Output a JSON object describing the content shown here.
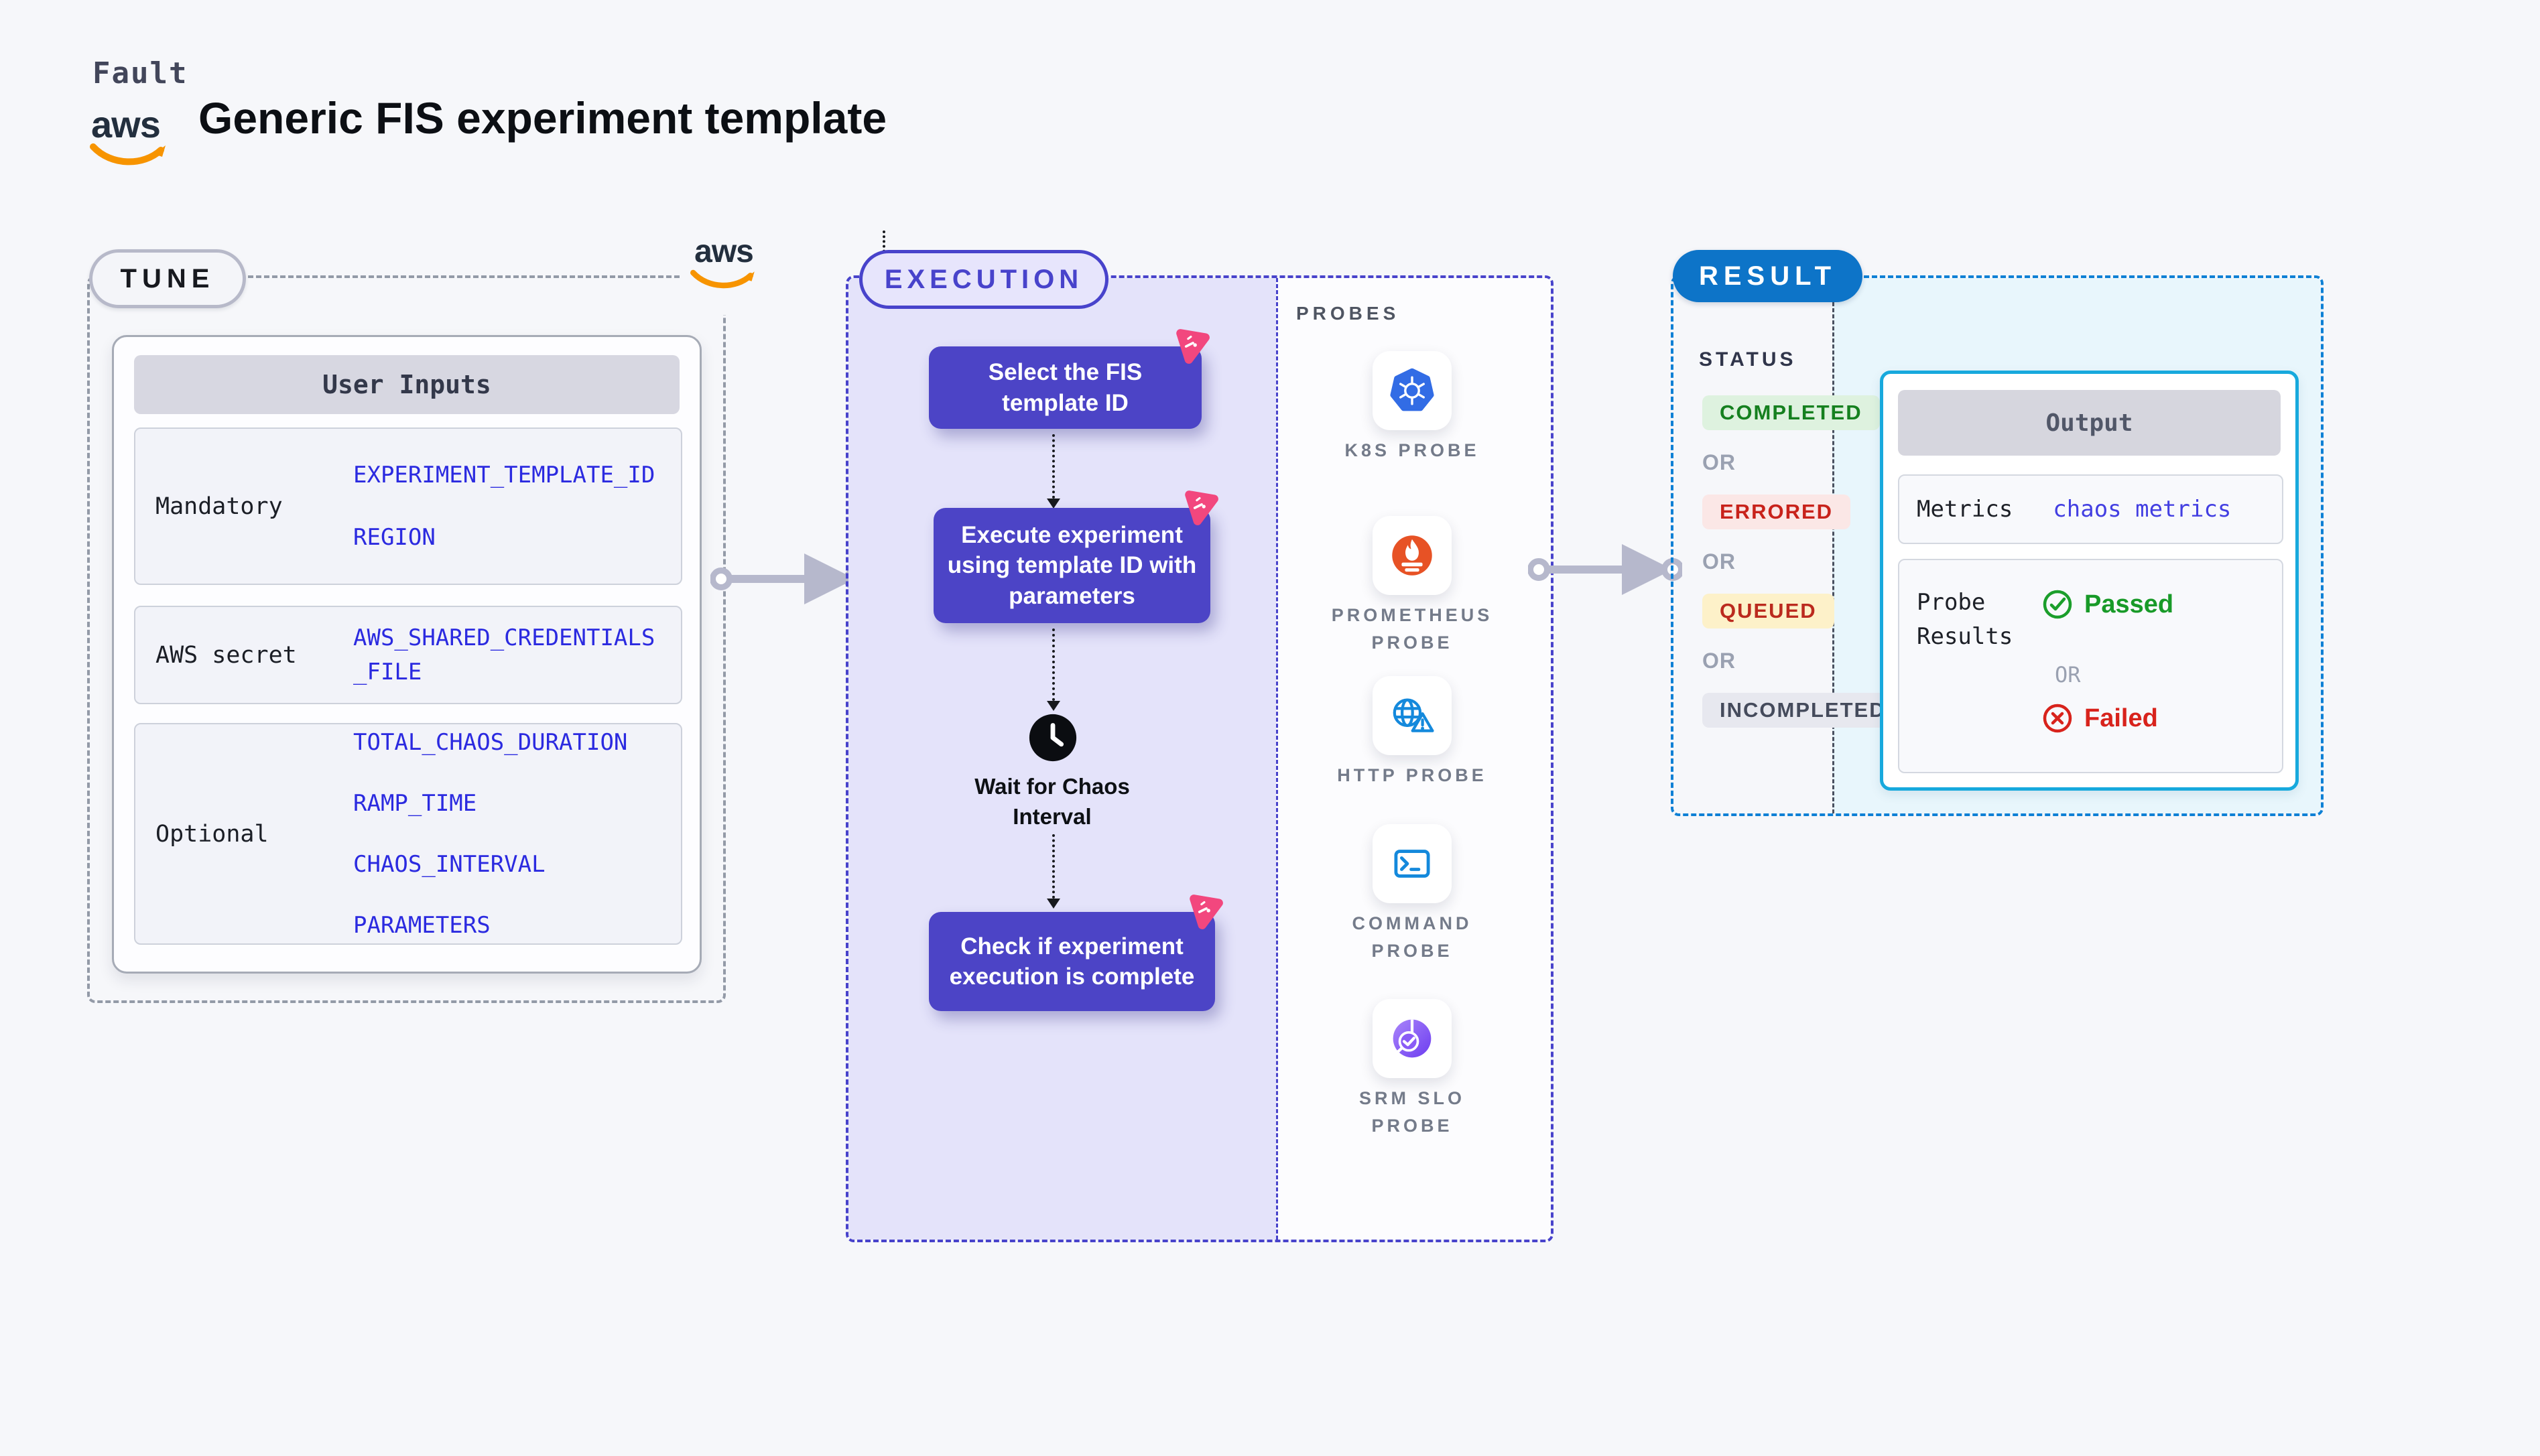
{
  "header": {
    "brand": "Fault",
    "title": "Generic FIS experiment template",
    "aws_logo_text": "aws"
  },
  "tune": {
    "pill_label": "TUNE",
    "aws_logo_text": "aws",
    "user_inputs": {
      "header": "User Inputs",
      "rows": [
        {
          "label": "Mandatory",
          "values": [
            "EXPERIMENT_TEMPLATE_ID",
            "REGION"
          ]
        },
        {
          "label": "AWS secret",
          "values": [
            "AWS_SHARED_CREDENTIALS_FILE"
          ]
        },
        {
          "label": "Optional",
          "values": [
            "TOTAL_CHAOS_DURATION",
            "RAMP_TIME",
            "CHAOS_INTERVAL",
            "PARAMETERS"
          ]
        }
      ]
    }
  },
  "execution": {
    "pill_label": "EXECUTION",
    "steps": [
      {
        "text": "Select the FIS template ID"
      },
      {
        "text": "Execute experiment using template ID with parameters"
      },
      {
        "text": "Wait for Chaos Interval",
        "type": "wait"
      },
      {
        "text": "Check if experiment execution is complete"
      }
    ]
  },
  "probes": {
    "title": "PROBES",
    "items": [
      {
        "icon": "kubernetes-icon",
        "label": "K8S PROBE"
      },
      {
        "icon": "prometheus-icon",
        "label": "PROMETHEUS PROBE"
      },
      {
        "icon": "http-icon",
        "label": "HTTP PROBE"
      },
      {
        "icon": "command-icon",
        "label": "COMMAND PROBE"
      },
      {
        "icon": "srm-slo-icon",
        "label": "SRM SLO PROBE"
      }
    ]
  },
  "result": {
    "pill_label": "RESULT",
    "status_title": "STATUS",
    "or": "OR",
    "statuses": [
      {
        "label": "COMPLETED",
        "bg": "#def2df",
        "color": "#15801f"
      },
      {
        "label": "ERRORED",
        "bg": "#fbe7e6",
        "color": "#c8221b"
      },
      {
        "label": "QUEUED",
        "bg": "#fdf1c9",
        "color": "#bb2a1e"
      },
      {
        "label": "INCOMPLETED",
        "bg": "#e7e8ef",
        "color": "#454b5c"
      }
    ],
    "output": {
      "header": "Output",
      "metrics_label": "Metrics",
      "metrics_value": "chaos metrics",
      "probe_results_label": "Probe Results",
      "passed": "Passed",
      "failed": "Failed",
      "or": "OR"
    }
  },
  "colors": {
    "accent_indigo": "#4843cb",
    "step_fill": "#4c44c6",
    "result_blue": "#0d74c8",
    "output_border": "#17a9dd",
    "value_blue": "#2b2ae0",
    "passed_green": "#189a28",
    "failed_red": "#d8231c",
    "aws_orange": "#f79400",
    "badge_pink": "#f2477e"
  }
}
